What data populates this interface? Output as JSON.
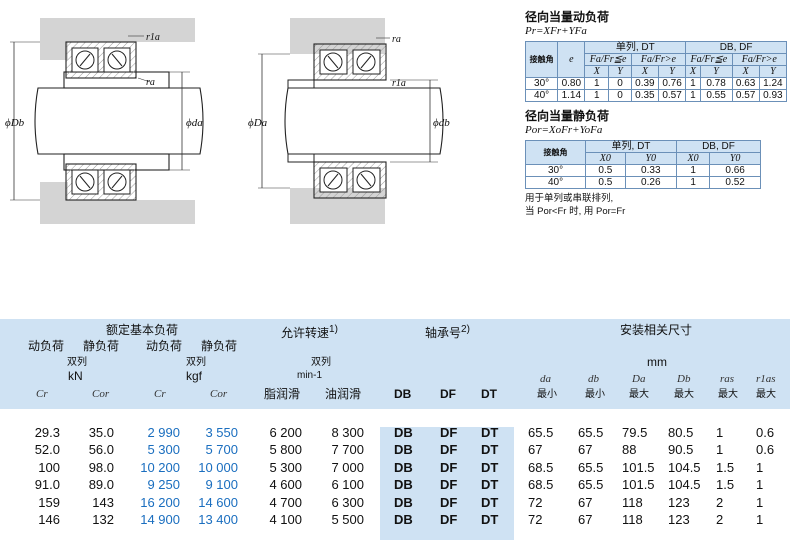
{
  "drawings": {
    "left": {
      "labels": {
        "r1a": "r1a",
        "ra": "ra",
        "Db": "ϕDb",
        "da": "ϕda"
      }
    },
    "right": {
      "labels": {
        "ra": "ra",
        "r1a": "r1a",
        "Da": "ϕDa",
        "db": "ϕdb"
      }
    }
  },
  "dynamic": {
    "title": "径向当量动负荷",
    "formula": "Pr=XFr+YFa",
    "header": {
      "contact_angle": "接触角",
      "e": "e",
      "single": "单列, DT",
      "double": "DB, DF",
      "cond_le": "Fa/Fr≦e",
      "cond_gt": "Fa/Fr>e",
      "X": "X",
      "Y": "Y"
    },
    "rows": [
      {
        "angle": "30°",
        "e": "0.80",
        "v": [
          "1",
          "0",
          "0.39",
          "0.76",
          "1",
          "0.78",
          "0.63",
          "1.24"
        ]
      },
      {
        "angle": "40°",
        "e": "1.14",
        "v": [
          "1",
          "0",
          "0.35",
          "0.57",
          "1",
          "0.55",
          "0.57",
          "0.93"
        ]
      }
    ]
  },
  "static": {
    "title": "径向当量静负荷",
    "formula": "Por=XoFr+YoFa",
    "header": {
      "contact_angle": "接触角",
      "single": "单列, DT",
      "double": "DB, DF",
      "X0": "X0",
      "Y0": "Y0"
    },
    "rows": [
      {
        "angle": "30°",
        "v": [
          "0.5",
          "0.33",
          "1",
          "0.66"
        ]
      },
      {
        "angle": "40°",
        "v": [
          "0.5",
          "0.26",
          "1",
          "0.52"
        ]
      }
    ],
    "note1": "用于单列或串联排列,",
    "note2": "当 Por<Fr 时, 用 Por=Fr"
  },
  "table": {
    "group_load": "额定基本负荷",
    "dynamic": "动负荷",
    "static": "静负荷",
    "double_row": "双列",
    "unit_kn": "kN",
    "unit_kgf": "kgf",
    "Cr": "Cr",
    "Cor": "Cor",
    "group_speed": "允许转速",
    "speed_sup": "1)",
    "speed_unit": "min-1",
    "grease": "脂润滑",
    "oil": "油润滑",
    "group_bearing": "轴承号",
    "bearing_sup": "2)",
    "db": "DB",
    "df": "DF",
    "dt": "DT",
    "group_mount": "安装相关尺寸",
    "mm": "mm",
    "da": "da",
    "db_sym": "db",
    "Da": "Da",
    "Db": "Db",
    "ras": "ras",
    "r1as": "r1as",
    "min": "最小",
    "max": "最大",
    "rows": [
      {
        "cr_kn": "29.3",
        "cor_kn": "35.0",
        "cr_kgf": "2 990",
        "cor_kgf": "3 550",
        "grease": "6 200",
        "oil": "8 300",
        "da": "65.5",
        "db": "65.5",
        "Da": "79.5",
        "Db": "80.5",
        "ras": "1",
        "r1as": "0.6"
      },
      {
        "cr_kn": "52.0",
        "cor_kn": "56.0",
        "cr_kgf": "5 300",
        "cor_kgf": "5 700",
        "grease": "5 800",
        "oil": "7 700",
        "da": "67",
        "db": "67",
        "Da": "88",
        "Db": "90.5",
        "ras": "1",
        "r1as": "0.6"
      },
      {
        "cr_kn": "100",
        "cor_kn": "98.0",
        "cr_kgf": "10 200",
        "cor_kgf": "10 000",
        "grease": "5 300",
        "oil": "7 000",
        "da": "68.5",
        "db": "65.5",
        "Da": "101.5",
        "Db": "104.5",
        "ras": "1.5",
        "r1as": "1"
      },
      {
        "cr_kn": "91.0",
        "cor_kn": "89.0",
        "cr_kgf": "9 250",
        "cor_kgf": "9 100",
        "grease": "4 600",
        "oil": "6 100",
        "da": "68.5",
        "db": "65.5",
        "Da": "101.5",
        "Db": "104.5",
        "ras": "1.5",
        "r1as": "1"
      },
      {
        "cr_kn": "159",
        "cor_kn": "143",
        "cr_kgf": "16 200",
        "cor_kgf": "14 600",
        "grease": "4 700",
        "oil": "6 300",
        "da": "72",
        "db": "67",
        "Da": "118",
        "Db": "123",
        "ras": "2",
        "r1as": "1"
      },
      {
        "cr_kn": "146",
        "cor_kn": "132",
        "cr_kgf": "14 900",
        "cor_kgf": "13 400",
        "grease": "4 100",
        "oil": "5 500",
        "da": "72",
        "db": "67",
        "Da": "118",
        "Db": "123",
        "ras": "2",
        "r1as": "1"
      }
    ]
  }
}
